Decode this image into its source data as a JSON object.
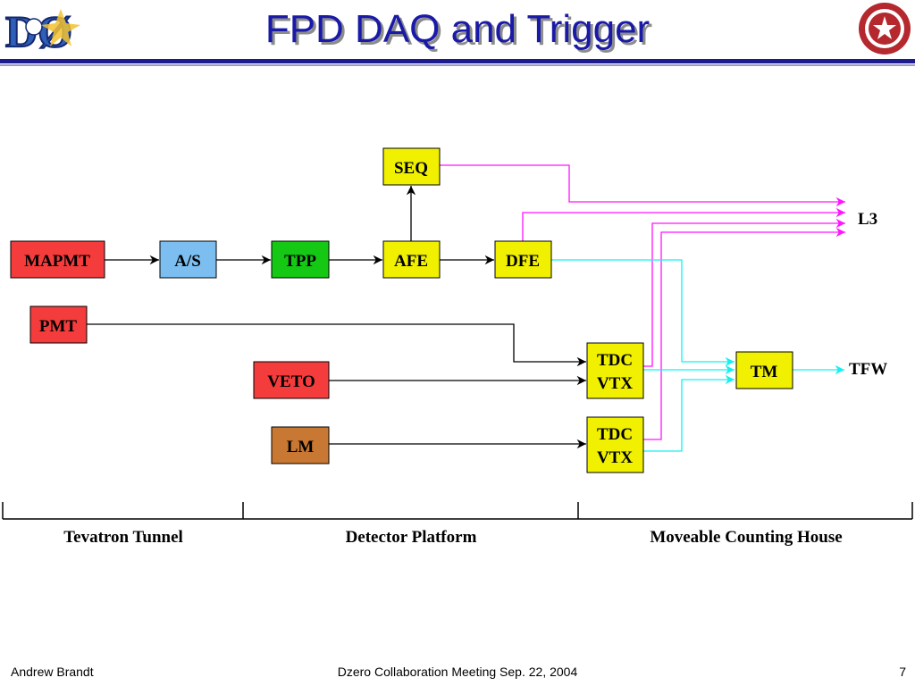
{
  "slide": {
    "title": "FPD DAQ and Trigger",
    "logo_left_text": "DØ",
    "footer_left": "Andrew Brandt",
    "footer_center": "Dzero Collaboration Meeting Sep. 22, 2004",
    "footer_right": "7"
  },
  "diagram": {
    "boxes": {
      "mapmt": "MAPMT",
      "as": "A/S",
      "tpp": "TPP",
      "afe": "AFE",
      "dfe": "DFE",
      "seq": "SEQ",
      "pmt": "PMT",
      "veto": "VETO",
      "lm": "LM",
      "tdc1_line1": "TDC",
      "tdc1_line2": "VTX",
      "tdc2_line1": "TDC",
      "tdc2_line2": "VTX",
      "tm": "TM"
    },
    "outputs": {
      "l3": "L3",
      "tfw": "TFW"
    },
    "regions": {
      "tunnel": "Tevatron Tunnel",
      "platform": "Detector Platform",
      "counting_house": "Moveable Counting House"
    },
    "colors": {
      "red": "#f53c3c",
      "blue": "#7cbef0",
      "green": "#14c814",
      "yellow": "#f0f000",
      "brown": "#c87832",
      "magenta": "#ff14ff",
      "cyan": "#14f0f0",
      "title_blue": "#1a1aa8"
    }
  }
}
